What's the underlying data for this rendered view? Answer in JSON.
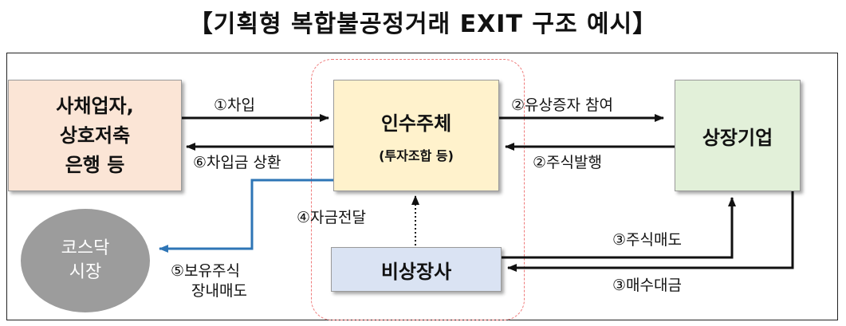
{
  "title": "【기획형 복합불공정거래 EXIT 구조 예시】",
  "nodes": {
    "lenders": [
      "사채업자,",
      "상호저축",
      "은행 등"
    ],
    "acquirer": {
      "name": "인수주체",
      "sub": "(투자조합 등)"
    },
    "listed_company": "상장기업",
    "insider_company": "비상장사",
    "kosdaq_market": [
      "코스닥",
      "시장"
    ]
  },
  "edges": {
    "borrow": "①차입",
    "repay": "⑥차입금 상환",
    "rights_issue": "②유상증자 참여",
    "share_issue": "②주식발행",
    "fund_transfer": "④자금전달",
    "share_sale": "③주식매도",
    "sale_proceeds": "③매수대금",
    "market_sale": [
      "⑤보유주식",
      "장내매도"
    ]
  },
  "colors": {
    "lenders_fill": "#fbe5d6",
    "acquirer_fill": "#fff2cc",
    "listed_fill": "#e2f0d9",
    "insider_fill": "#dae3f3",
    "kosdaq_fill": "#9c9c9c",
    "sale_arrow": "#2e75b6",
    "dashed_border": "#ef7b7b"
  }
}
